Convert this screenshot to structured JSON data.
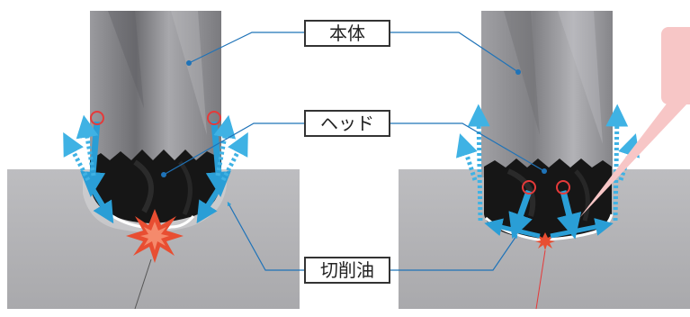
{
  "labels": {
    "body": "本体",
    "head": "ヘッド",
    "cutting_oil": "切削油"
  },
  "colors": {
    "workpiece": "#b5b5b8",
    "shank": "#8f8f93",
    "head": "#161616",
    "leader_line": "#1f73b8",
    "oil_arrow": "#2a9ed6",
    "oil_arrow_light": "#7ed0f0",
    "circle_marker": "#e53a3a",
    "spark": "#e84e32",
    "callout": "#f7c6c6"
  },
  "icons": {
    "oil_flow": "arrow-icon",
    "heat_spot": "spark-icon",
    "coolant_outlet": "circle-marker-icon"
  }
}
